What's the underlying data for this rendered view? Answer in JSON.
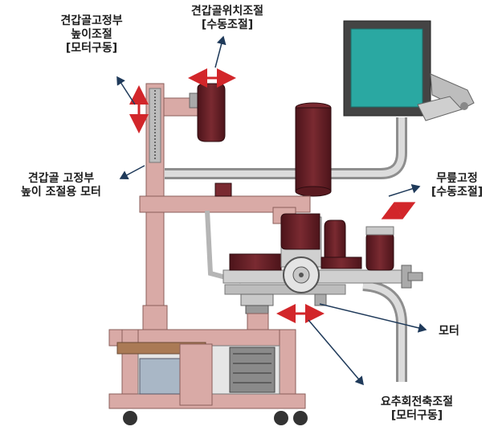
{
  "labels": {
    "shoulder_height": {
      "line1": "견갑골고정부",
      "line2": "높이조절",
      "line3": "[모터구동]"
    },
    "shoulder_position": {
      "line1": "견갑골위치조절",
      "line2": "[수동조절]"
    },
    "shoulder_motor": {
      "line1": "견갑골 고정부",
      "line2": "높이 조절용 모터"
    },
    "knee_fix": {
      "line1": "무릎고정",
      "line2": "[수동조절]"
    },
    "motor": {
      "line1": "모터"
    },
    "lumbar_rotation": {
      "line1": "요추회전축조절",
      "line2": "[모터구동]"
    }
  },
  "colors": {
    "frame_pink": "#d9aaa6",
    "pad_maroon": "#6b1f26",
    "metal_gray": "#c9c9c9",
    "arrow_red": "#d2262a",
    "pointer_navy": "#1f3a5a",
    "screen_teal": "#2aa8a2"
  },
  "icons": [
    "adjust-arrow-icon",
    "pointer-arrow-icon"
  ]
}
